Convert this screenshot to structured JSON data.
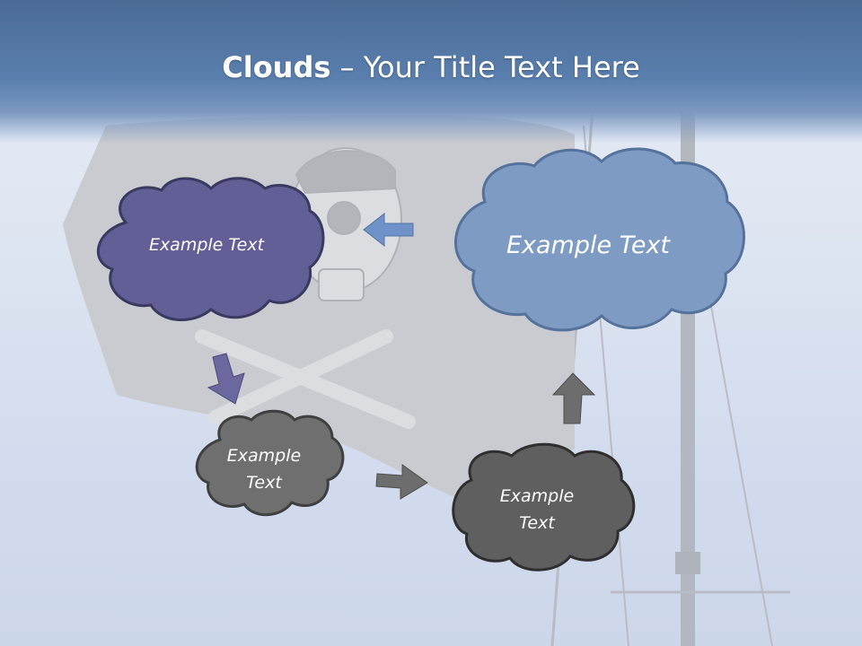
{
  "slide": {
    "title_bold": "Clouds",
    "title_separator": " – ",
    "title_rest": "Your Title Text Here"
  },
  "clouds": [
    {
      "text": "Example Text",
      "color": "#615f96"
    },
    {
      "text": "Example Text",
      "color": "#7e9bc3"
    },
    {
      "text": "Example Text",
      "color": "#6f6f6f"
    },
    {
      "text": "Example Text",
      "color": "#5f5f5f"
    }
  ],
  "arrows": {
    "left_arrow_color": "#6f93c8",
    "down_arrow_color": "#6a689e",
    "right_arrow_color": "#6d6d6d",
    "up_arrow_color": "#6d6d6d"
  }
}
